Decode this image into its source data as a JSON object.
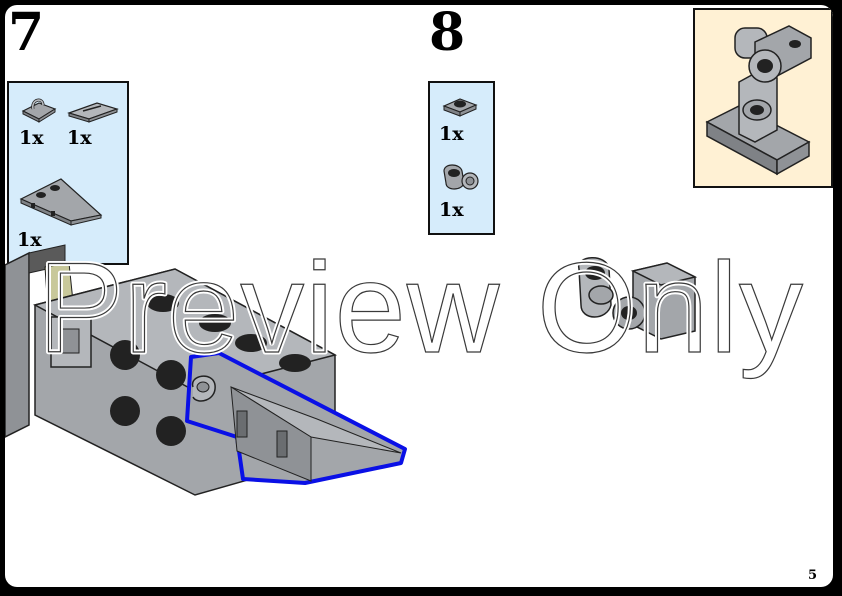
{
  "steps": [
    {
      "number": "7",
      "parts": [
        {
          "qty": "1x",
          "part_icon": "clip-plate-part-icon"
        },
        {
          "qty": "1x",
          "part_icon": "tile-1x2-part-icon"
        },
        {
          "qty": "1x",
          "part_icon": "wedge-plate-part-icon"
        }
      ]
    },
    {
      "number": "8",
      "parts": [
        {
          "qty": "1x",
          "part_icon": "round-plate-part-icon"
        },
        {
          "qty": "1x",
          "part_icon": "clip-bar-part-icon"
        }
      ]
    }
  ],
  "callout": {
    "icon": "sub-assembly-icon"
  },
  "watermark": "Preview Only",
  "page_number": "5",
  "colors": {
    "page_background": "#ffffff",
    "parts_list_background": "#d6ecfb",
    "callout_background": "#fff1d4",
    "highlight_outline": "#0a10e6",
    "brick_gray": "#a3a6aa"
  }
}
